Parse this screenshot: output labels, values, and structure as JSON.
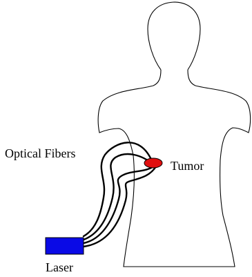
{
  "labels": {
    "optical_fibers": "Optical Fibers",
    "tumor": "Tumor",
    "laser": "Laser"
  },
  "colors": {
    "outline": "#000000",
    "tumor": "#e01010",
    "laser": "#0a0ae6",
    "background": "#ffffff"
  }
}
